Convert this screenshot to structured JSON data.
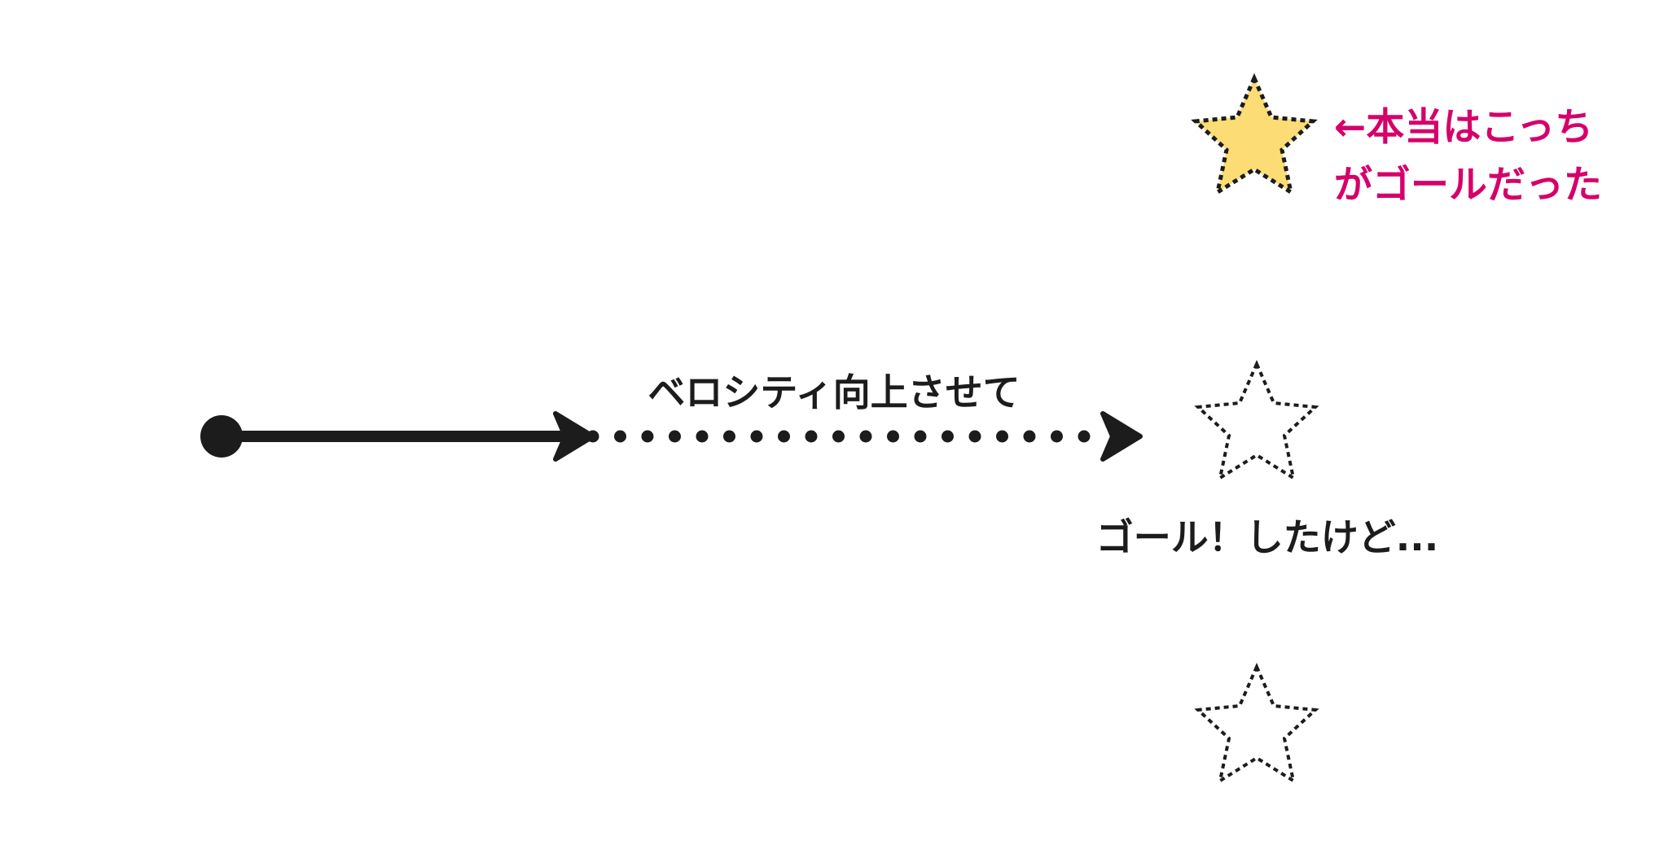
{
  "labels": {
    "velocity": "ベロシティ向上させて",
    "goal_reached": "ゴール！したけど...",
    "true_goal_line1": "←本当はこっち",
    "true_goal_line2": "がゴールだった"
  },
  "colors": {
    "ink": "#1c1c1c",
    "accent": "#d6006a",
    "star_fill": "#fcdc74",
    "background": "#ffffff"
  },
  "icons": [
    "start-point-icon",
    "arrow-icon",
    "star-icon"
  ]
}
